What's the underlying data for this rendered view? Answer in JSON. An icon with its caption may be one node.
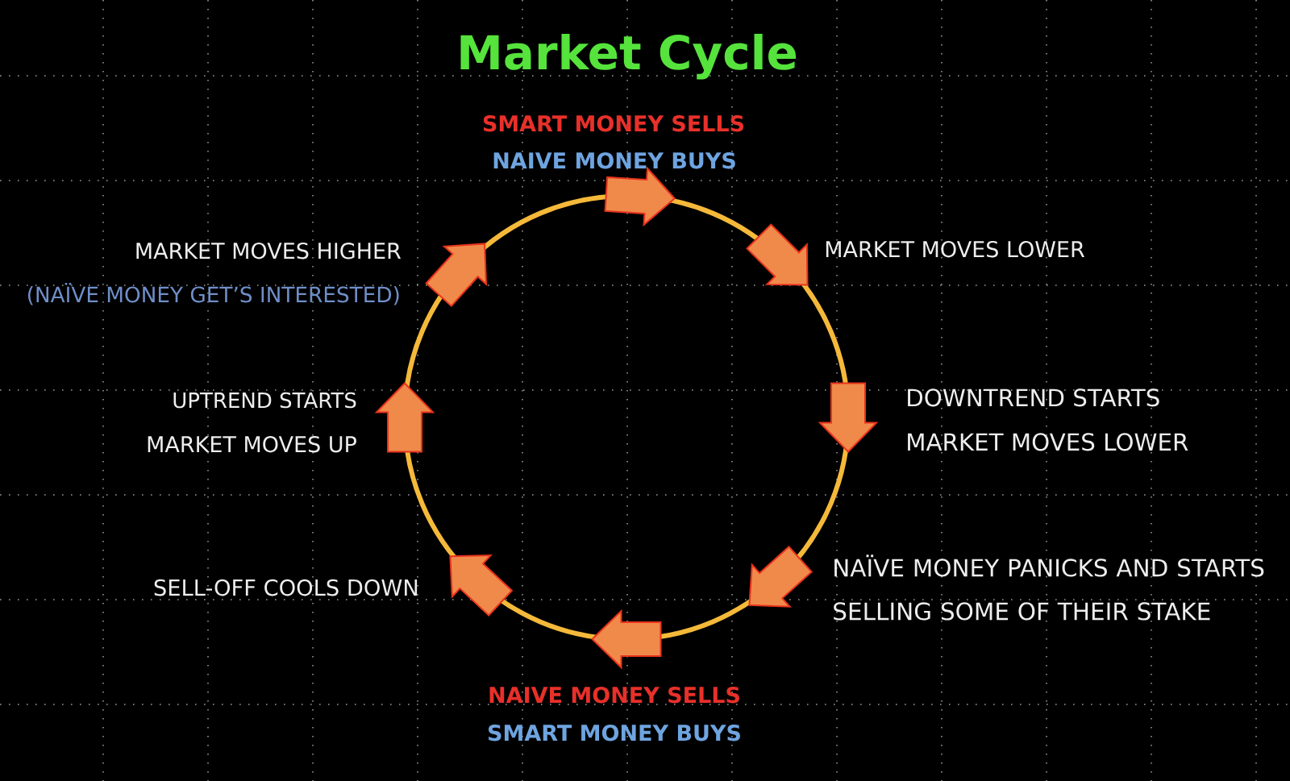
{
  "diagram": {
    "title": "Market Cycle",
    "labels": [
      "SMART MONEY SELLS",
      "NAIVE MONEY BUYS",
      "MARKET MOVES HIGHER",
      "MARKET MOVES LOWER",
      "(NAÏVE MONEY GET’S INTERESTED)",
      "UPTREND STARTS",
      "DOWNTREND STARTS",
      "MARKET MOVES UP",
      "MARKET MOVES LOWER",
      "SELL-OFF COOLS DOWN",
      "NAÏVE MONEY PANICKS AND STARTS SELLING SOME OF THEIR STAKE",
      "NAIVE MONEY SELLS",
      "SMART MONEY BUYS"
    ]
  }
}
